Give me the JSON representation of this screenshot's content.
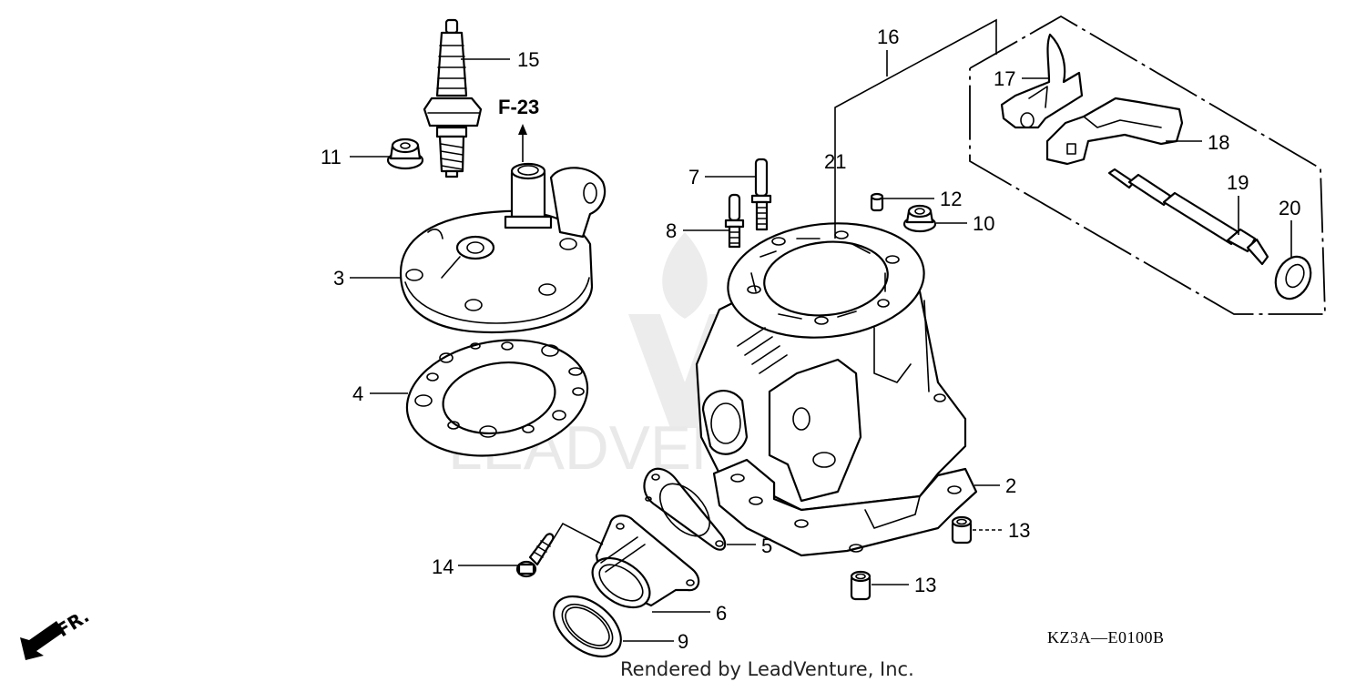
{
  "diagram": {
    "title": "Cylinder / Cylinder Head Assembly",
    "diagram_code": "KZ3A—E0100B",
    "reference_label": "F-23",
    "front_indicator": "FR.",
    "watermark": "LEADVENTURE",
    "credit": "Rendered by LeadVenture, Inc."
  },
  "callouts": [
    {
      "id": "2",
      "label": "2",
      "part": "cylinder-base-gasket"
    },
    {
      "id": "3",
      "label": "3",
      "part": "cylinder-head"
    },
    {
      "id": "4",
      "label": "4",
      "part": "cylinder-head-gasket"
    },
    {
      "id": "5",
      "label": "5",
      "part": "insulator-gasket"
    },
    {
      "id": "6",
      "label": "6",
      "part": "intake-insulator"
    },
    {
      "id": "7",
      "label": "7",
      "part": "stud-bolt-long"
    },
    {
      "id": "8",
      "label": "8",
      "part": "stud-bolt-short"
    },
    {
      "id": "9",
      "label": "9",
      "part": "insulator-band"
    },
    {
      "id": "10",
      "label": "10",
      "part": "flange-nut-head"
    },
    {
      "id": "11",
      "label": "11",
      "part": "flange-nut"
    },
    {
      "id": "12",
      "label": "12",
      "part": "dowel-pin"
    },
    {
      "id": "13a",
      "label": "13",
      "part": "dowel-pin-large"
    },
    {
      "id": "13b",
      "label": "13",
      "part": "dowel-pin-large"
    },
    {
      "id": "14",
      "label": "14",
      "part": "flange-bolt"
    },
    {
      "id": "15",
      "label": "15",
      "part": "spark-plug"
    },
    {
      "id": "16",
      "label": "16",
      "part": "cylinder-assembly"
    },
    {
      "id": "17",
      "label": "17",
      "part": "exhaust-valve-lever-a"
    },
    {
      "id": "18",
      "label": "18",
      "part": "exhaust-valve-lever-b"
    },
    {
      "id": "19",
      "label": "19",
      "part": "exhaust-valve-shaft"
    },
    {
      "id": "20",
      "label": "20",
      "part": "oil-seal"
    },
    {
      "id": "21",
      "label": "21",
      "part": "cylinder"
    }
  ]
}
